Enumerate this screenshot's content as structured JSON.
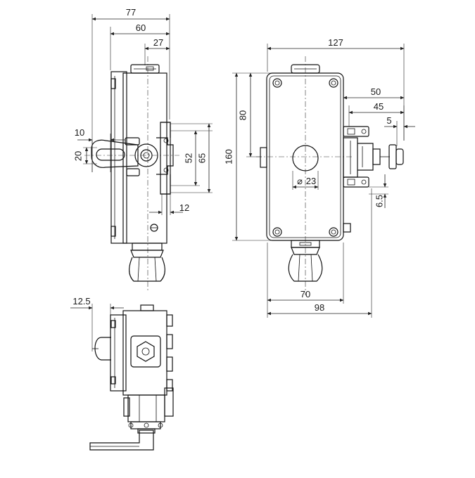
{
  "drawing": {
    "side_view": {
      "dim_overall_width": "77",
      "dim_width": "60",
      "dim_button_offset": "27",
      "dim_10": "10",
      "dim_20": "20",
      "dim_52": "52",
      "dim_65": "65",
      "dim_12": "12"
    },
    "front_view": {
      "dim_127": "127",
      "dim_80": "80",
      "dim_160": "160",
      "dim_50": "50",
      "dim_45": "45",
      "dim_5": "5",
      "dim_diameter": "23",
      "dim_6_5": "6.5",
      "dim_70": "70",
      "dim_98": "98",
      "diameter_symbol": "⌀"
    },
    "top_view": {
      "dim_12_5": "12.5"
    }
  }
}
